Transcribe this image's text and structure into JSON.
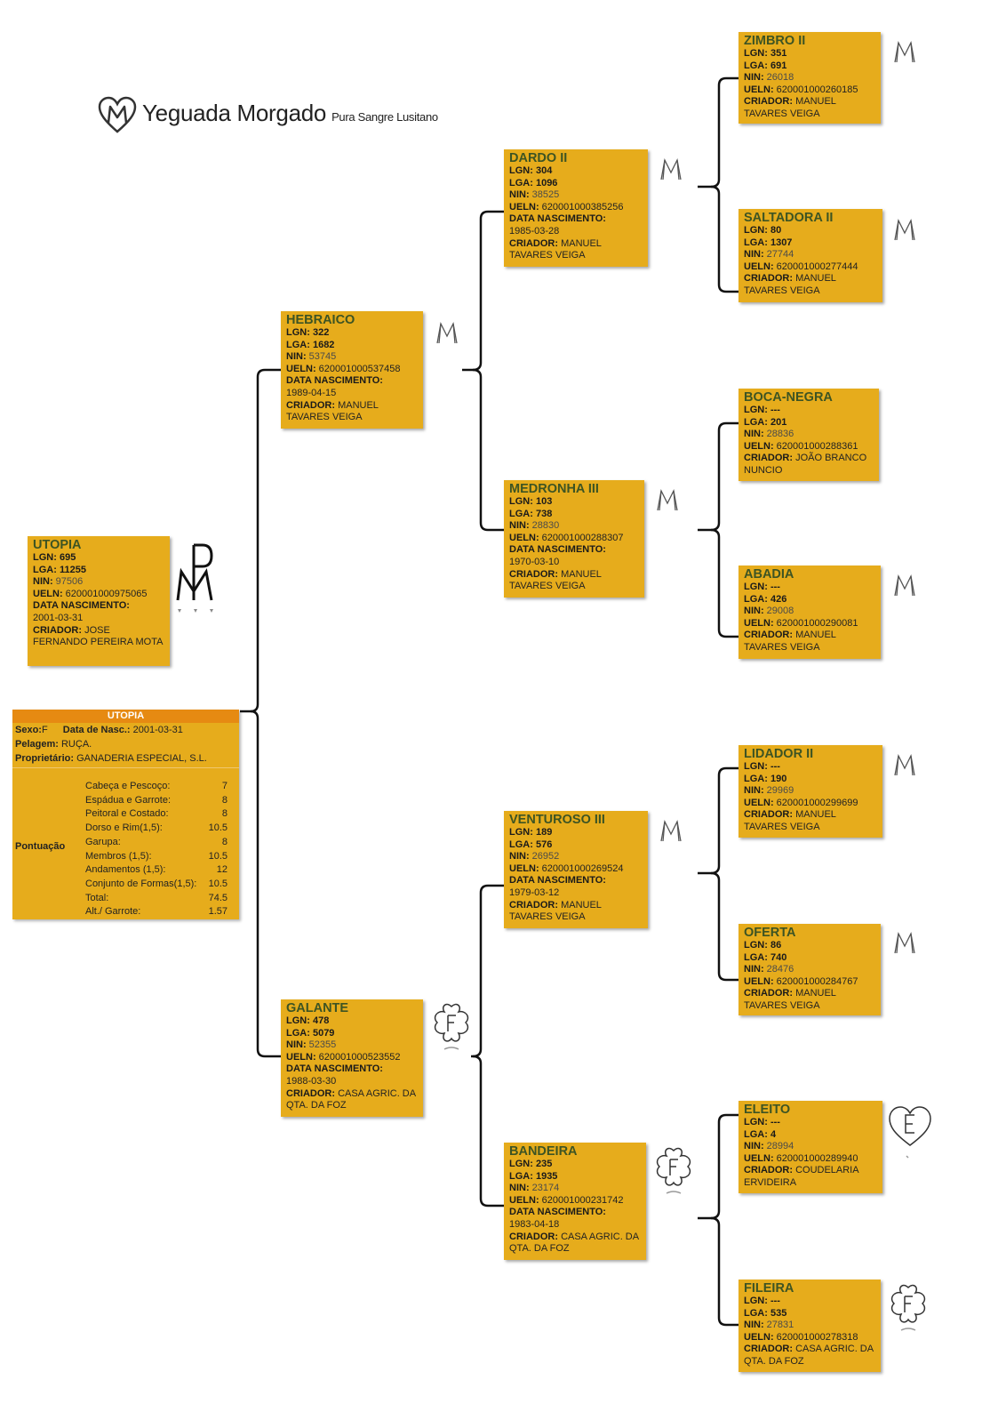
{
  "brand": {
    "name": "Yeguada Morgado",
    "tagline": "Pura Sangre Lusitano"
  },
  "colors": {
    "box": "#e6ac1c",
    "header": "#e68a12",
    "name_text": "#3d5423"
  },
  "labels": {
    "lgn": "LGN:",
    "lga": "LGA:",
    "nin": "NIN:",
    "ueln": "UELN:",
    "birth": "DATA NASCIMENTO:",
    "breeder": "CRIADOR:"
  },
  "subject": {
    "name": "UTOPIA",
    "lgn": "695",
    "lga": "11255",
    "nin": "97506",
    "ueln": "620001000975065",
    "birth": "2001-03-31",
    "breeder": "JOSE FERNANDO PEREIRA MOTA",
    "brand_mark": "PM-brand-icon"
  },
  "summary": {
    "title": "UTOPIA",
    "sex_label": "Sexo:",
    "sex": "F",
    "birth_label": "Data de Nasc.:",
    "birth": "2001-03-31",
    "coat_label": "Pelagem:",
    "coat": "RUÇA.",
    "owner_label": "Proprietário:",
    "owner": "GANADERIA ESPECIAL, S.L.",
    "score_label": "Pontuação",
    "scores": [
      {
        "k": "Cabeça e Pescoço:",
        "v": "7"
      },
      {
        "k": "Espádua e Garrote:",
        "v": "8"
      },
      {
        "k": "Peitoral e Costado:",
        "v": "8"
      },
      {
        "k": "Dorso e Rim(1,5):",
        "v": "10.5"
      },
      {
        "k": "Garupa:",
        "v": "8"
      },
      {
        "k": "Membros (1,5):",
        "v": "10.5"
      },
      {
        "k": "Andamentos (1,5):",
        "v": "12"
      },
      {
        "k": "Conjunto de Formas(1,5):",
        "v": "10.5"
      },
      {
        "k": "Total:",
        "v": "74.5"
      },
      {
        "k": "Alt./ Garrote:",
        "v": "1.57"
      }
    ]
  },
  "pedigree": [
    {
      "id": "hebraico",
      "name": "HEBRAICO",
      "lgn": "322",
      "lga": "1682",
      "nin": "53745",
      "ueln": "620001000537458",
      "birth": "1989-04-15",
      "breeder": "MANUEL TAVARES VEIGA",
      "mark": "M-brand-icon"
    },
    {
      "id": "galante",
      "name": "GALANTE",
      "lgn": "478",
      "lga": "5079",
      "nin": "52355",
      "ueln": "620001000523552",
      "birth": "1988-03-30",
      "breeder": "CASA AGRIC. DA QTA. DA FOZ",
      "mark": "F-clover-brand-icon"
    },
    {
      "id": "dardo",
      "name": "DARDO II",
      "lgn": "304",
      "lga": "1096",
      "nin": "38525",
      "ueln": "620001000385256",
      "birth": "1985-03-28",
      "breeder": "MANUEL TAVARES VEIGA",
      "mark": "M-brand-icon"
    },
    {
      "id": "medronha",
      "name": "MEDRONHA III",
      "lgn": "103",
      "lga": "738",
      "nin": "28830",
      "ueln": "620001000288307",
      "birth": "1970-03-10",
      "breeder": "MANUEL TAVARES VEIGA",
      "mark": "M-brand-icon"
    },
    {
      "id": "venturoso",
      "name": "VENTUROSO III",
      "lgn": "189",
      "lga": "576",
      "nin": "26952",
      "ueln": "620001000269524",
      "birth": "1979-03-12",
      "breeder": "MANUEL TAVARES VEIGA",
      "mark": "M-brand-icon"
    },
    {
      "id": "bandeira",
      "name": "BANDEIRA",
      "lgn": "235",
      "lga": "1935",
      "nin": "23174",
      "ueln": "620001000231742",
      "birth": "1983-04-18",
      "breeder": "CASA AGRIC. DA QTA. DA FOZ",
      "mark": "F-clover-brand-icon"
    },
    {
      "id": "zimbro",
      "name": "ZIMBRO II",
      "lgn": "351",
      "lga": "691",
      "nin": "26018",
      "ueln": "620001000260185",
      "breeder": "MANUEL TAVARES VEIGA",
      "mark": "M-brand-icon"
    },
    {
      "id": "saltadora",
      "name": "SALTADORA II",
      "lgn": "80",
      "lga": "1307",
      "nin": "27744",
      "ueln": "620001000277444",
      "breeder": "MANUEL TAVARES VEIGA",
      "mark": "M-brand-icon"
    },
    {
      "id": "bocanegra",
      "name": "BOCA-NEGRA",
      "lgn": "---",
      "lga": "201",
      "nin": "28836",
      "ueln": "620001000288361",
      "breeder": "JOÃO BRANCO NUNCIO"
    },
    {
      "id": "abadia",
      "name": "ABADIA",
      "lgn": "---",
      "lga": "426",
      "nin": "29008",
      "ueln": "620001000290081",
      "breeder": "MANUEL TAVARES VEIGA",
      "mark": "M-brand-icon"
    },
    {
      "id": "lidador",
      "name": "LIDADOR II",
      "lgn": "---",
      "lga": "190",
      "nin": "29969",
      "ueln": "620001000299699",
      "breeder": "MANUEL TAVARES VEIGA",
      "mark": "M-brand-icon"
    },
    {
      "id": "oferta",
      "name": "OFERTA",
      "lgn": "86",
      "lga": "740",
      "nin": "28476",
      "ueln": "620001000284767",
      "breeder": "MANUEL TAVARES VEIGA",
      "mark": "M-brand-icon"
    },
    {
      "id": "eleito",
      "name": "ELEITO",
      "lgn": "---",
      "lga": "4",
      "nin": "28994",
      "ueln": "620001000289940",
      "breeder": "COUDELARIA ERVIDEIRA",
      "mark": "E-heart-brand-icon"
    },
    {
      "id": "fileira",
      "name": "FILEIRA",
      "lgn": "---",
      "lga": "535",
      "nin": "27831",
      "ueln": "620001000278318",
      "breeder": "CASA AGRIC. DA QTA. DA FOZ",
      "mark": "F-clover-brand-icon"
    }
  ]
}
